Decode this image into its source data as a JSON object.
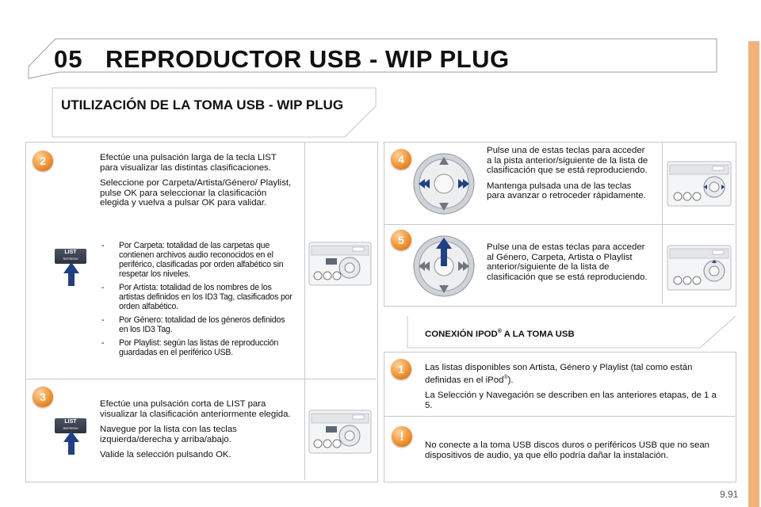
{
  "header": {
    "chapter": "05",
    "title": "REPRODUCTOR USB - WIP PLUG"
  },
  "section_title": "UTILIZACIÓN DE LA TOMA USB - WIP PLUG",
  "left_steps": [
    {
      "number": "2",
      "paragraphs": [
        "Efectúe una pulsación larga de la tecla LIST para visualizar las distintas clasificaciones.",
        "Seleccione por Carpeta/Artista/Género/ Playlist, pulse OK para seleccionar la clasificación elegida y vuelva a pulsar OK para validar."
      ],
      "bullets": [
        "Por Carpeta: totalidad de las carpetas que contienen archivos audio reconocidos en el periférico, clasificadas por orden alfabético sin respetar los niveles.",
        "Por Artista: totalidad de los nombres de los artistas definidos en los ID3 Tag, clasificados por orden alfabético.",
        "Por Género: totalidad de los géneros definidos en los ID3 Tag.",
        "Por Playlist: según las listas de reproducción guardadas en el periférico USB."
      ],
      "button_label": "LIST",
      "button_sublabel": "REFRESH"
    },
    {
      "number": "3",
      "paragraphs": [
        "Efectúe una pulsación corta de LIST para visualizar la clasificación anteriormente elegida.",
        "Navegue por la lista con las teclas izquierda/derecha y arriba/abajo.",
        "Valide la selección pulsando OK."
      ],
      "button_label": "LIST",
      "button_sublabel": "REFRESH"
    }
  ],
  "right_steps": [
    {
      "number": "4",
      "paragraphs": [
        "Pulse una de estas teclas para acceder a la pista anterior/siguiente de la lista de clasificación que se está reproduciendo.",
        "Mantenga pulsada una de las teclas para avanzar o retroceder rápidamente."
      ]
    },
    {
      "number": "5",
      "paragraphs": [
        "Pulse una de estas teclas para acceder al Género, Carpeta, Artista o Playlist anterior/siguiente de la lista de clasificación que se está reproduciendo."
      ]
    }
  ],
  "connection": {
    "title_prefix": "CONEXIÓN IPOD",
    "title_sup": "®",
    "title_suffix": " A LA TOMA USB",
    "step": {
      "number": "1",
      "line1_prefix": "Las listas disponibles son Artista, Género y Playlist (tal como están definidas en el iPod",
      "line1_sup": "®",
      "line1_suffix": ").",
      "line2": "La Selección y Navegación se describen en las anteriores etapas, de 1 a 5."
    },
    "warning": {
      "symbol": "!",
      "text": "No conecte a la toma USB discos duros o periféricos USB que no sean dispositivos de audio, ya que ello podría dañar la instalación."
    }
  },
  "page_number": "9.91",
  "colors": {
    "accent_orange": "#f08d2a",
    "arrow_blue": "#1f3f86",
    "right_bar": "#f3b27a"
  }
}
